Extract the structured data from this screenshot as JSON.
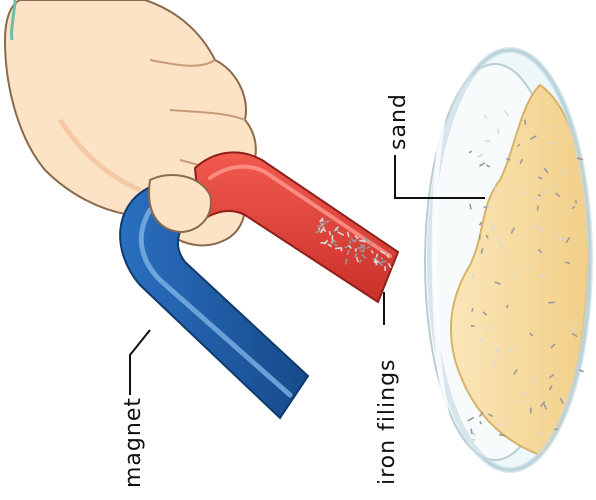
{
  "labels": {
    "magnet": "magnet",
    "iron_filings": "iron filings",
    "sand": "sand"
  },
  "colors": {
    "magnet_red": "#e8443a",
    "magnet_blue": "#1f5ea8",
    "skin": "#fde3c6",
    "sand": "#f6dca0",
    "dish_glass": "#dfeff5"
  }
}
